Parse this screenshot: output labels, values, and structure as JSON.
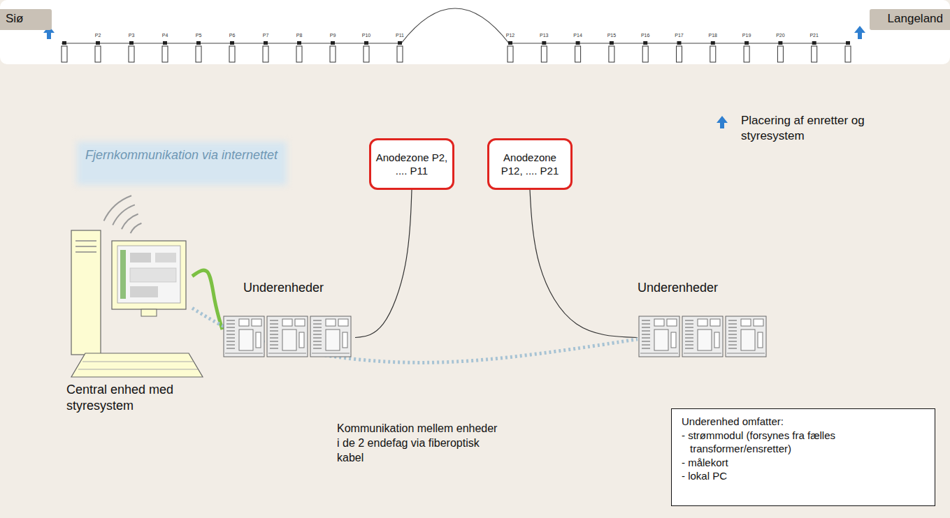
{
  "diagram": {
    "nodes": [
      {
        "text": [
          "Siø"
        ]
      },
      {
        "text": [
          "Langeland"
        ]
      },
      {
        "text": [
          "Fjernkommunikation via internettet"
        ]
      },
      {
        "text": [
          "Anodezone P2, .... P11"
        ]
      },
      {
        "text": [
          "Anodezone P12, .... P21"
        ]
      },
      {
        "text": [
          "Underenheder"
        ]
      },
      {
        "text": [
          "Underenheder"
        ]
      },
      {
        "text": [
          "Central enhed med styresystem"
        ]
      },
      {
        "text": [
          "Underenhed omfatter:",
          "- strømmodul (forsynes fra fælles transformer/ensretter)",
          "- målekort",
          "- lokal PC"
        ]
      }
    ],
    "edges": [
      {
        "from": 3,
        "to": 5,
        "arrow": "none"
      },
      {
        "from": 4,
        "to": 6,
        "arrow": "none"
      },
      {
        "from": 7,
        "to": 5,
        "arrow": "none"
      },
      {
        "from": 7,
        "to": 6,
        "arrow": "none",
        "label": "Kommunikation mellem enheder i de 2 endefag via fiberoptisk kabel"
      }
    ],
    "labels": [
      "P2",
      "P3",
      "P4",
      "P5",
      "P6",
      "P7",
      "P8",
      "P9",
      "P10",
      "P11",
      "P12",
      "P13",
      "P14",
      "P15",
      "P16",
      "P17",
      "P18",
      "P19",
      "P20",
      "P21"
    ],
    "legend": [
      {
        "text": "Placering af enretter og styresystem"
      }
    ]
  }
}
